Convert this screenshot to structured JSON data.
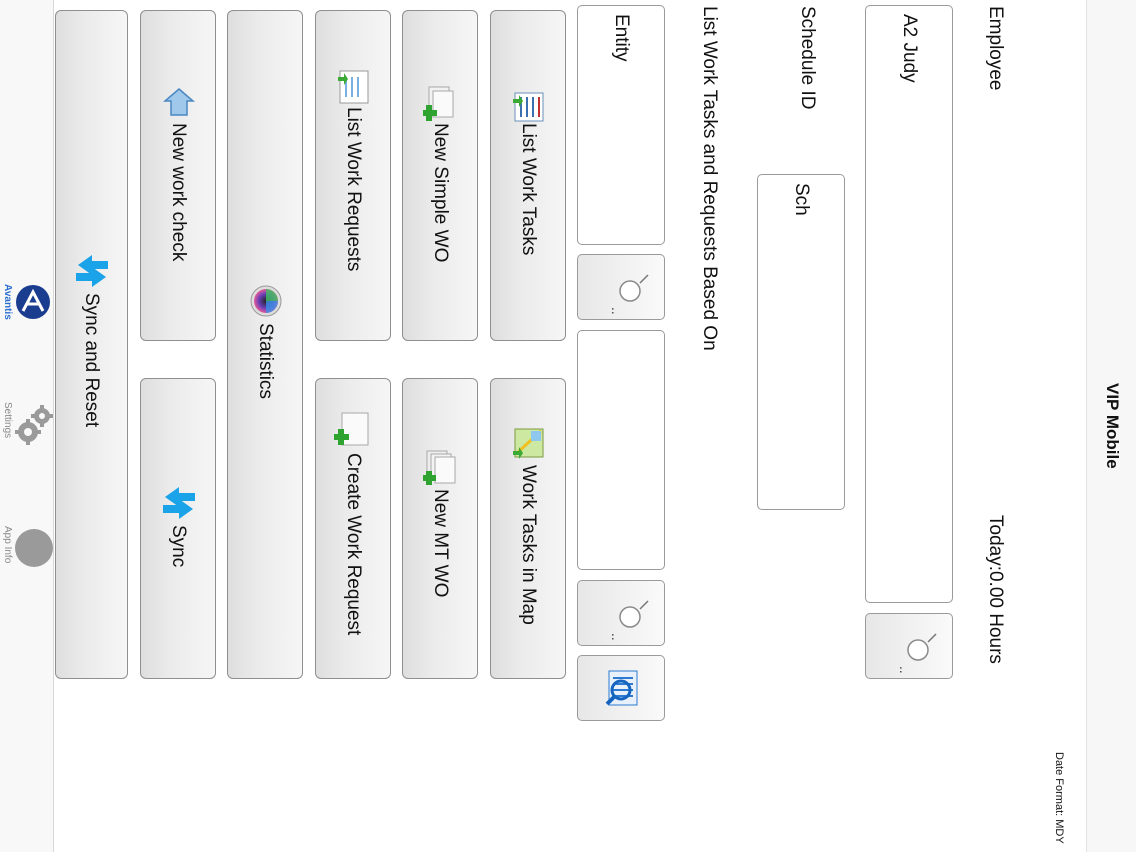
{
  "app": {
    "title": "VIP Mobile",
    "date_format": "Date Format: MDY"
  },
  "employee": {
    "label": "Employee",
    "value": "A2 Judy",
    "today_hours": "Today:0.00 Hours"
  },
  "schedule": {
    "label": "Schedule ID",
    "value": "Sch"
  },
  "list_based_on": {
    "label": "List Work Tasks and Requests Based On",
    "entity_label": "Entity",
    "entity_value": "",
    "second_value": ""
  },
  "tiles": {
    "list_work_tasks": "List Work Tasks",
    "work_tasks_in_map": "Work Tasks in Map",
    "new_simple_wo": "New Simple WO",
    "new_mt_wo": "New MT WO",
    "list_work_requests": "List Work Requests",
    "create_work_request": "Create Work Request",
    "statistics": "Statistics",
    "new_work_check": "New work check",
    "sync": "Sync",
    "sync_and_reset": "Sync and Reset"
  },
  "tabs": [
    {
      "label": "Avantis",
      "icon": "avantis-logo-icon",
      "active": true
    },
    {
      "label": "Settings",
      "icon": "gears-icon",
      "active": false
    },
    {
      "label": "App Info",
      "icon": "info-circle-icon",
      "active": false
    }
  ],
  "colors": {
    "accent": "#1a7fd4",
    "tab_active": "#2a6ed0",
    "sync_arrows": "#1aa3e8"
  }
}
